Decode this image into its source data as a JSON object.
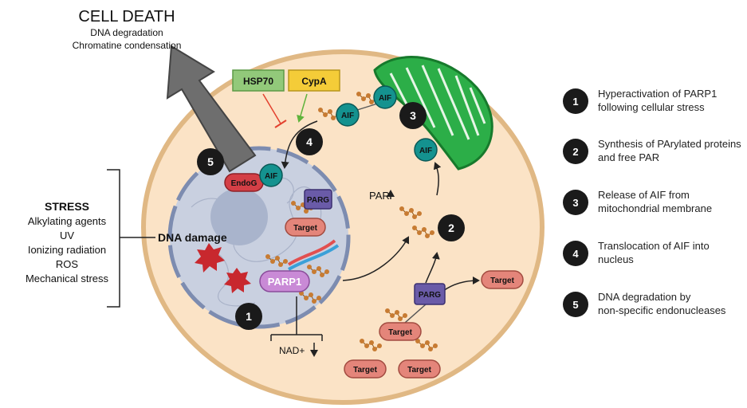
{
  "cell_death": {
    "title": "CELL DEATH",
    "line1": "DNA degradation",
    "line2": "Chromatine condensation"
  },
  "stress": {
    "title": "STRESS",
    "items": [
      "Alkylating agents",
      "UV",
      "Ionizing radiation",
      "ROS",
      "Mechanical stress"
    ]
  },
  "labels": {
    "dna_damage": "DNA damage",
    "par": "PAR",
    "nad": "NAD+",
    "hsp70": "HSP70",
    "cypa": "CypA",
    "endog": "EndoG",
    "aif": "AIF",
    "parg": "PARG",
    "target": "Target",
    "parp1": "PARP1"
  },
  "steps": [
    {
      "num": "1",
      "line1": "Hyperactivation of PARP1",
      "line2": "following cellular stress"
    },
    {
      "num": "2",
      "line1": "Synthesis of PArylated proteins",
      "line2": "and free PAR"
    },
    {
      "num": "3",
      "line1": "Release of AIF from",
      "line2": "mitochondrial membrane"
    },
    {
      "num": "4",
      "line1": "Translocation of AIF into",
      "line2": "nucleus"
    },
    {
      "num": "5",
      "line1": "DNA degradation by",
      "line2": "non-specific endonucleases"
    }
  ],
  "colors": {
    "cell_fill": "#fbe3c6",
    "cell_stroke": "#e0b884",
    "nucleus_fill": "#c9d0e0",
    "nucleus_stroke": "#7d8cb0",
    "mito": "#1e9e3b",
    "aif": "#14928f",
    "target": "#e4857a",
    "parg": "#6a5ba8",
    "parp1": "#c98ad6",
    "par_chain": "#c77b32",
    "hsp70": "#92c97a",
    "cypa": "#f4cc38",
    "damage": "#c8282e",
    "badge": "#1a1a1a"
  }
}
